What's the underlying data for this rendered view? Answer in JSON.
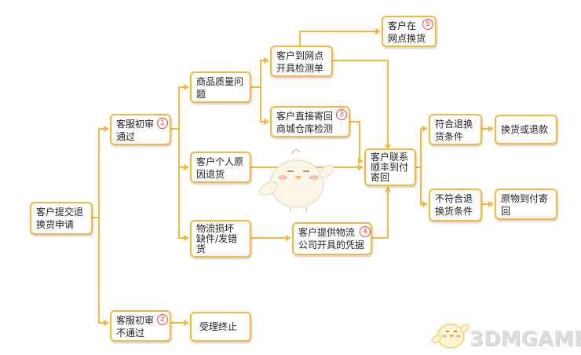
{
  "colors": {
    "line": "#f6b73c",
    "border": "#f6b73c",
    "badge": "#e2473b",
    "mascot": "#fbf6e6"
  },
  "nodes": {
    "apply": "客户提交退\n换货申请",
    "cs_pass": "客服初审\n通过",
    "cs_fail": "客服初审\n不通过",
    "terminate": "受理终止",
    "quality": "商品质量问\n题",
    "personal": "客户个人原\n因退货",
    "logistics": "物流损坏\n缺件/发错\n货",
    "to_outlet": "客户到网点\n开具检测单",
    "at_outlet": "客户在\n网点换货",
    "mail_back": "客户直接寄回\n商城仓库检测",
    "logistics_proof": "客户提供物流\n公司开具的凭据",
    "contact": "客户联系\n顺丰到付\n寄回",
    "eligible": "符合退换\n货条件",
    "exchange": "换货或退款",
    "ineligible": "不符合退\n换货条件",
    "return_cod": "原物到付寄\n回"
  },
  "badges": {
    "cs_pass": "1",
    "cs_fail": "2",
    "mail_back": "3",
    "logistics_proof": "4",
    "at_outlet": "5"
  },
  "watermark": {
    "text": "3DMGAME",
    "mascot_icon": "chick-mascot-icon"
  }
}
